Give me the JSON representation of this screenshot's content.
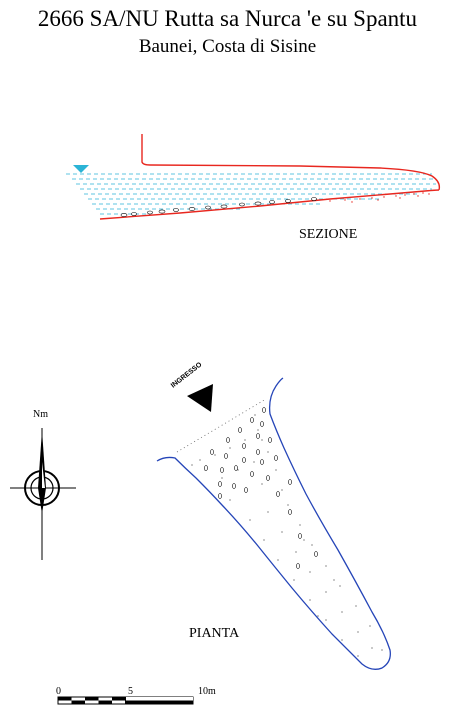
{
  "title": "2666 SA/NU Rutta sa Nurca 'e su Spantu",
  "subtitle": "Baunei, Costa di Sisine",
  "section_label": "SEZIONE",
  "plan_label": "PIANTA",
  "entrance_label": "INGRESSO",
  "north_label": "Nm",
  "scale": {
    "ticks": [
      "0",
      "5",
      "10m"
    ]
  },
  "colors": {
    "wall": "#e8271f",
    "water": "#2bb4d6",
    "plan_wall": "#2545b8"
  }
}
